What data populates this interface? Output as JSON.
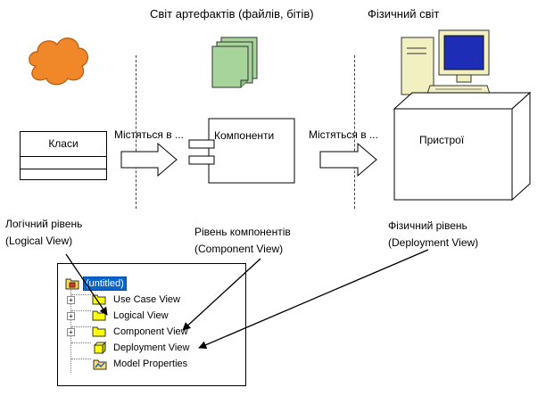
{
  "headers": {
    "artifacts": "Світ артефактів (файлів, бітів)",
    "physical": "Фізичний світ"
  },
  "arrows": {
    "contained_1": "Містяться в ...",
    "contained_2": "Містяться в ..."
  },
  "boxes": {
    "classes": "Класи",
    "components": "Компоненти",
    "devices": "Пристрої"
  },
  "levels": {
    "logical_1": "Логічний рівень",
    "logical_2": "(Logical  View)",
    "component_1": "Рівень компонентів",
    "component_2": "(Component View)",
    "physical_1": "Фізичний рівень",
    "physical_2": "(Deployment View)"
  },
  "browser": {
    "root": "(untitled)",
    "items": [
      {
        "label": "Use Case View",
        "icon": "folder-icon",
        "expandable": true
      },
      {
        "label": "Logical View",
        "icon": "folder-icon",
        "expandable": true
      },
      {
        "label": "Component View",
        "icon": "folder-icon",
        "expandable": true
      },
      {
        "label": "Deployment View",
        "icon": "deployment-node-icon",
        "expandable": false
      },
      {
        "label": "Model Properties",
        "icon": "model-properties-icon",
        "expandable": false
      }
    ]
  },
  "colors": {
    "cloud": "#f0882a",
    "docs": "#a6d49a",
    "computer_base": "#f2efc0",
    "screen": "#1e2db5",
    "folder": "#ffff00",
    "selection": "#0a64c8"
  }
}
